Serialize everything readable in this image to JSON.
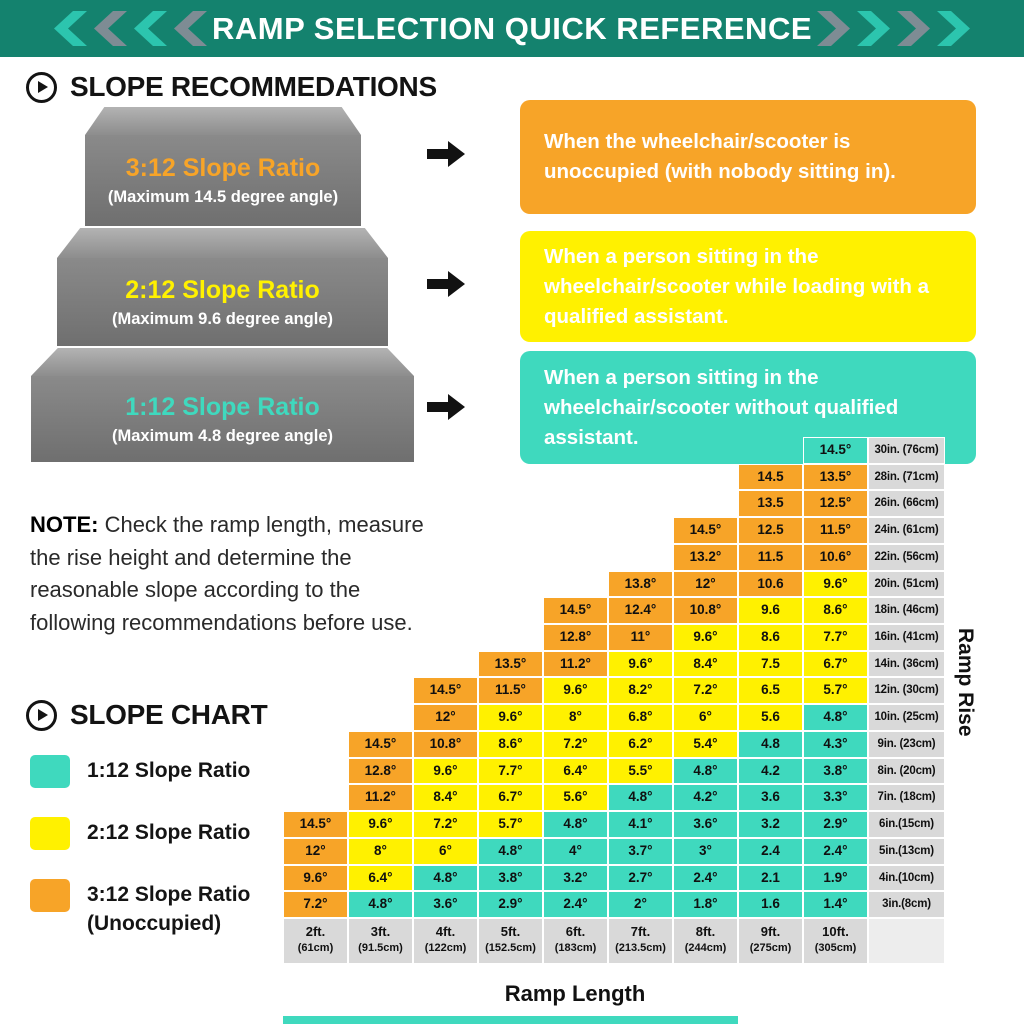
{
  "header": {
    "title": "RAMP SELECTION QUICK REFERENCE"
  },
  "colors": {
    "header_green": "#14826E",
    "chev_teal": "#2CC5AE",
    "chev_gray": "#7E8C94",
    "teal": "#3FD9BE",
    "yellow": "#FFF100",
    "orange": "#F7A428",
    "step_gray": "#7C7C7C",
    "label_gray": "#D9D9D9"
  },
  "sections": {
    "recommendations_title": "SLOPE RECOMMEDATIONS",
    "chart_title": "SLOPE CHART"
  },
  "steps": [
    {
      "ratio_label": "3:12 Slope Ratio",
      "angle_label": "(Maximum 14.5 degree angle)",
      "color": "#F7A428"
    },
    {
      "ratio_label": "2:12 Slope Ratio",
      "angle_label": "(Maximum 9.6 degree angle)",
      "color": "#FFF100"
    },
    {
      "ratio_label": "1:12 Slope Ratio",
      "angle_label": "(Maximum 4.8 degree angle)",
      "color": "#3FD9BE"
    }
  ],
  "callouts": [
    {
      "color": "orange",
      "text": "When the wheelchair/scooter is unoccupied (with nobody sitting in)."
    },
    {
      "color": "yellow",
      "text": "When a person sitting in the wheelchair/scooter while loading with a qualified assistant."
    },
    {
      "color": "teal",
      "text": "When a person sitting in the wheelchair/scooter without qualified assistant."
    }
  ],
  "note": {
    "label": "NOTE:",
    "text": " Check the ramp length, measure the rise height and determine the reasonable slope according to the following recommendations before use."
  },
  "legend": [
    {
      "color": "teal",
      "label": "1:12 Slope Ratio"
    },
    {
      "color": "yellow",
      "label": "2:12 Slope Ratio"
    },
    {
      "color": "orange",
      "label": "3:12 Slope Ratio",
      "sublabel": "(Unoccupied)"
    }
  ],
  "chart_data": {
    "type": "heatmap",
    "x_axis_label": "Ramp Length",
    "y_axis_label": "Ramp Rise",
    "cell_color_meaning": {
      "t": "1:12 Slope Ratio (teal)",
      "y": "2:12 Slope Ratio (yellow)",
      "o": "3:12 Slope Ratio / Unoccupied (orange)"
    },
    "columns": [
      {
        "ft": "2ft.",
        "cm": "(61cm)"
      },
      {
        "ft": "3ft.",
        "cm": "(91.5cm)"
      },
      {
        "ft": "4ft.",
        "cm": "(122cm)"
      },
      {
        "ft": "5ft.",
        "cm": "(152.5cm)"
      },
      {
        "ft": "6ft.",
        "cm": "(183cm)"
      },
      {
        "ft": "7ft.",
        "cm": "(213.5cm)"
      },
      {
        "ft": "8ft.",
        "cm": "(244cm)"
      },
      {
        "ft": "9ft.",
        "cm": "(275cm)"
      },
      {
        "ft": "10ft.",
        "cm": "(305cm)"
      }
    ],
    "rows": [
      {
        "rise": "30in. (76cm)",
        "start": 8,
        "cells": [
          [
            "14.5°",
            "t"
          ]
        ]
      },
      {
        "rise": "28in. (71cm)",
        "start": 7,
        "cells": [
          [
            "14.5",
            "o"
          ],
          [
            "13.5°",
            "o"
          ]
        ]
      },
      {
        "rise": "26in. (66cm)",
        "start": 7,
        "cells": [
          [
            "13.5",
            "o"
          ],
          [
            "12.5°",
            "o"
          ]
        ]
      },
      {
        "rise": "24in. (61cm)",
        "start": 6,
        "cells": [
          [
            "14.5°",
            "o"
          ],
          [
            "12.5",
            "o"
          ],
          [
            "11.5°",
            "o"
          ]
        ]
      },
      {
        "rise": "22in. (56cm)",
        "start": 6,
        "cells": [
          [
            "13.2°",
            "o"
          ],
          [
            "11.5",
            "o"
          ],
          [
            "10.6°",
            "o"
          ]
        ]
      },
      {
        "rise": "20in. (51cm)",
        "start": 5,
        "cells": [
          [
            "13.8°",
            "o"
          ],
          [
            "12°",
            "o"
          ],
          [
            "10.6",
            "o"
          ],
          [
            "9.6°",
            "y"
          ]
        ]
      },
      {
        "rise": "18in. (46cm)",
        "start": 4,
        "cells": [
          [
            "14.5°",
            "o"
          ],
          [
            "12.4°",
            "o"
          ],
          [
            "10.8°",
            "o"
          ],
          [
            "9.6",
            "y"
          ],
          [
            "8.6°",
            "y"
          ]
        ]
      },
      {
        "rise": "16in. (41cm)",
        "start": 4,
        "cells": [
          [
            "12.8°",
            "o"
          ],
          [
            "11°",
            "o"
          ],
          [
            "9.6°",
            "y"
          ],
          [
            "8.6",
            "y"
          ],
          [
            "7.7°",
            "y"
          ]
        ]
      },
      {
        "rise": "14in. (36cm)",
        "start": 3,
        "cells": [
          [
            "13.5°",
            "o"
          ],
          [
            "11.2°",
            "o"
          ],
          [
            "9.6°",
            "y"
          ],
          [
            "8.4°",
            "y"
          ],
          [
            "7.5",
            "y"
          ],
          [
            "6.7°",
            "y"
          ]
        ]
      },
      {
        "rise": "12in. (30cm)",
        "start": 2,
        "cells": [
          [
            "14.5°",
            "o"
          ],
          [
            "11.5°",
            "o"
          ],
          [
            "9.6°",
            "y"
          ],
          [
            "8.2°",
            "y"
          ],
          [
            "7.2°",
            "y"
          ],
          [
            "6.5",
            "y"
          ],
          [
            "5.7°",
            "y"
          ]
        ]
      },
      {
        "rise": "10in. (25cm)",
        "start": 2,
        "cells": [
          [
            "12°",
            "o"
          ],
          [
            "9.6°",
            "y"
          ],
          [
            "8°",
            "y"
          ],
          [
            "6.8°",
            "y"
          ],
          [
            "6°",
            "y"
          ],
          [
            "5.6",
            "y"
          ],
          [
            "4.8°",
            "t"
          ]
        ]
      },
      {
        "rise": "9in. (23cm)",
        "start": 1,
        "cells": [
          [
            "14.5°",
            "o"
          ],
          [
            "10.8°",
            "o"
          ],
          [
            "8.6°",
            "y"
          ],
          [
            "7.2°",
            "y"
          ],
          [
            "6.2°",
            "y"
          ],
          [
            "5.4°",
            "y"
          ],
          [
            "4.8",
            "t"
          ],
          [
            "4.3°",
            "t"
          ]
        ]
      },
      {
        "rise": "8in. (20cm)",
        "start": 1,
        "cells": [
          [
            "12.8°",
            "o"
          ],
          [
            "9.6°",
            "y"
          ],
          [
            "7.7°",
            "y"
          ],
          [
            "6.4°",
            "y"
          ],
          [
            "5.5°",
            "y"
          ],
          [
            "4.8°",
            "t"
          ],
          [
            "4.2",
            "t"
          ],
          [
            "3.8°",
            "t"
          ]
        ]
      },
      {
        "rise": "7in. (18cm)",
        "start": 1,
        "cells": [
          [
            "11.2°",
            "o"
          ],
          [
            "8.4°",
            "y"
          ],
          [
            "6.7°",
            "y"
          ],
          [
            "5.6°",
            "y"
          ],
          [
            "4.8°",
            "t"
          ],
          [
            "4.2°",
            "t"
          ],
          [
            "3.6",
            "t"
          ],
          [
            "3.3°",
            "t"
          ]
        ]
      },
      {
        "rise": "6in.(15cm)",
        "start": 0,
        "cells": [
          [
            "14.5°",
            "o"
          ],
          [
            "9.6°",
            "y"
          ],
          [
            "7.2°",
            "y"
          ],
          [
            "5.7°",
            "y"
          ],
          [
            "4.8°",
            "t"
          ],
          [
            "4.1°",
            "t"
          ],
          [
            "3.6°",
            "t"
          ],
          [
            "3.2",
            "t"
          ],
          [
            "2.9°",
            "t"
          ]
        ]
      },
      {
        "rise": "5in.(13cm)",
        "start": 0,
        "cells": [
          [
            "12°",
            "o"
          ],
          [
            "8°",
            "y"
          ],
          [
            "6°",
            "y"
          ],
          [
            "4.8°",
            "t"
          ],
          [
            "4°",
            "t"
          ],
          [
            "3.7°",
            "t"
          ],
          [
            "3°",
            "t"
          ],
          [
            "2.4",
            "t"
          ],
          [
            "2.4°",
            "t"
          ]
        ]
      },
      {
        "rise": "4in.(10cm)",
        "start": 0,
        "cells": [
          [
            "9.6°",
            "o"
          ],
          [
            "6.4°",
            "y"
          ],
          [
            "4.8°",
            "t"
          ],
          [
            "3.8°",
            "t"
          ],
          [
            "3.2°",
            "t"
          ],
          [
            "2.7°",
            "t"
          ],
          [
            "2.4°",
            "t"
          ],
          [
            "2.1",
            "t"
          ],
          [
            "1.9°",
            "t"
          ]
        ]
      },
      {
        "rise": "3in.(8cm)",
        "start": 0,
        "cells": [
          [
            "7.2°",
            "o"
          ],
          [
            "4.8°",
            "t"
          ],
          [
            "3.6°",
            "t"
          ],
          [
            "2.9°",
            "t"
          ],
          [
            "2.4°",
            "t"
          ],
          [
            "2°",
            "t"
          ],
          [
            "1.8°",
            "t"
          ],
          [
            "1.6",
            "t"
          ],
          [
            "1.4°",
            "t"
          ]
        ]
      }
    ]
  }
}
